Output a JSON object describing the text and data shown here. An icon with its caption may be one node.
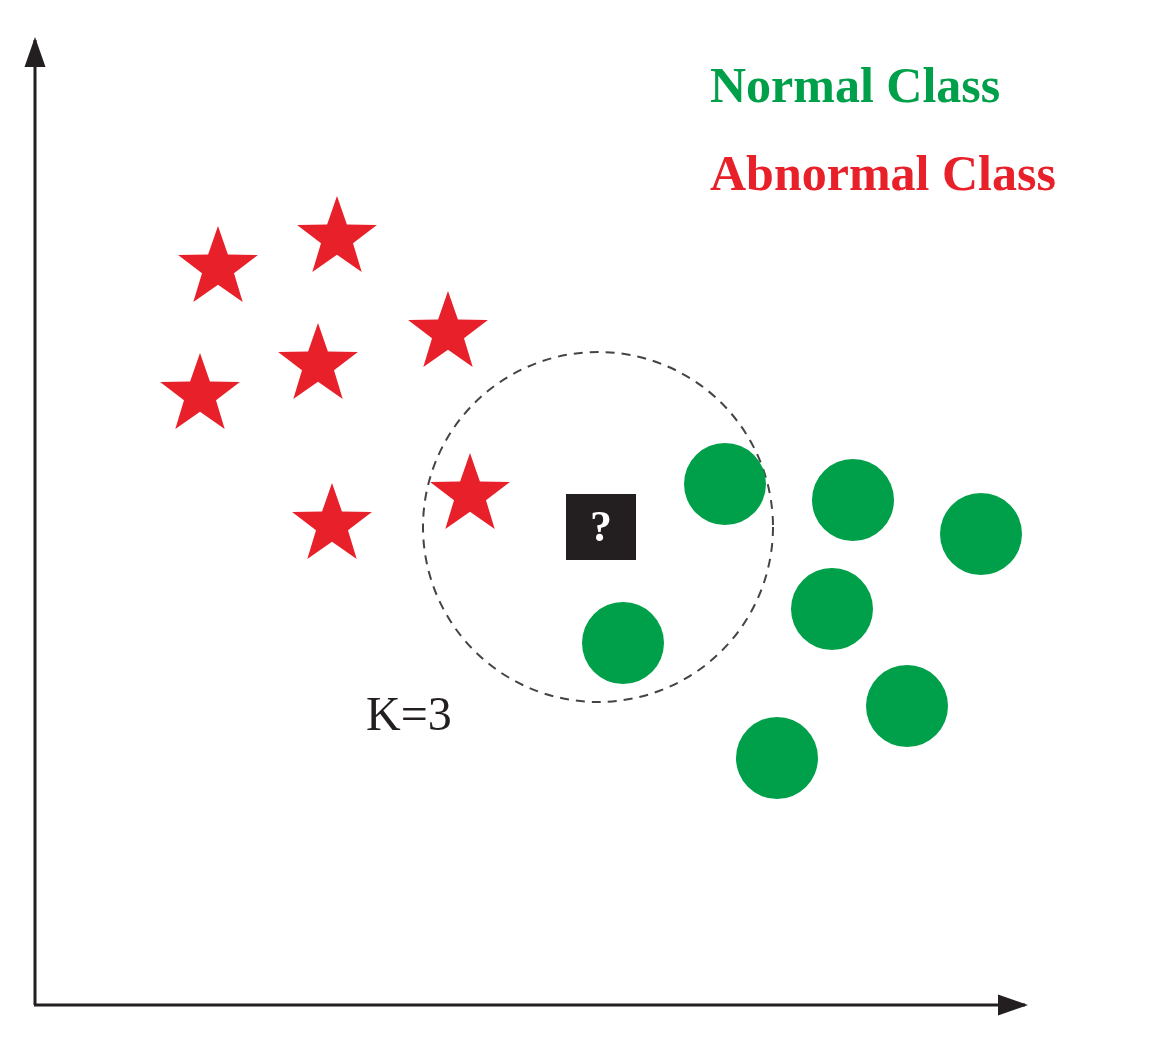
{
  "diagram": {
    "nodes": [
      {
        "text": [
          "?"
        ]
      },
      {
        "text": [],
        "shape": "star"
      },
      {
        "text": [],
        "shape": "star"
      },
      {
        "text": [],
        "shape": "star"
      },
      {
        "text": [],
        "shape": "star"
      },
      {
        "text": [],
        "shape": "star"
      },
      {
        "text": [],
        "shape": "star"
      },
      {
        "text": [],
        "shape": "star"
      },
      {
        "text": [],
        "shape": "circle"
      },
      {
        "text": [],
        "shape": "circle"
      },
      {
        "text": [],
        "shape": "circle"
      },
      {
        "text": [],
        "shape": "circle"
      },
      {
        "text": [],
        "shape": "circle"
      },
      {
        "text": [],
        "shape": "circle"
      },
      {
        "text": [],
        "shape": "circle"
      }
    ],
    "labels": [
      "K=3"
    ],
    "legend": [
      {
        "text": "Normal Class",
        "color": "#00a04a"
      },
      {
        "text": "Abnormal Class",
        "color": "#e8202a"
      }
    ]
  }
}
